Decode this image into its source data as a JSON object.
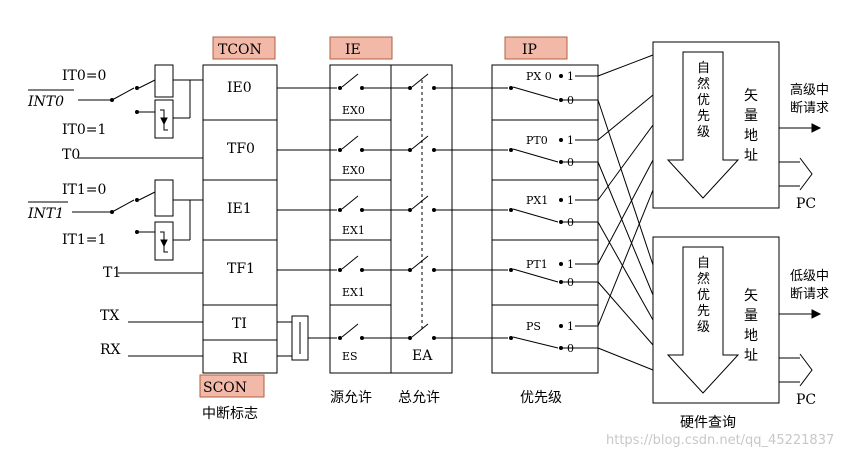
{
  "register_tags": {
    "tcon": "TCON",
    "ie": "IE",
    "ip": "IP",
    "scon": "SCON"
  },
  "inputs": {
    "it0_0": "IT0=0",
    "int0": "INT0",
    "it0_1": "IT0=1",
    "t0": "T0",
    "it1_0": "IT1=0",
    "int1": "INT1",
    "it1_1": "IT1=1",
    "t1": "T1",
    "tx": "TX",
    "rx": "RX"
  },
  "flags": [
    "IE0",
    "TF0",
    "IE1",
    "TF1",
    "TI",
    "RI"
  ],
  "enable_bits": [
    "EX0",
    "EX0",
    "EX1",
    "EX1",
    "ES"
  ],
  "global_enable": "EA",
  "priority_bits": [
    "PX 0",
    "PT0",
    "PX1",
    "PT1",
    "PS"
  ],
  "priority_one": "1",
  "priority_zero": "0",
  "queue_high": {
    "line1": "自",
    "line2": "然",
    "line3": "优",
    "line4": "先",
    "line5": "级"
  },
  "vector": {
    "c1": "矢",
    "c2": "量",
    "c3": "地",
    "c4": "址"
  },
  "high_request": {
    "line1": "高级中",
    "line2": "断请求"
  },
  "low_request": {
    "line1": "低级中",
    "line2": "断请求"
  },
  "pc_label": "PC",
  "captions": {
    "flags": "中断标志",
    "source_enable": "源允许",
    "global_enable": "总允许",
    "priority": "优先级",
    "hardware_query": "硬件查询"
  },
  "watermark": "https://blog.csdn.net/qq_45221837"
}
